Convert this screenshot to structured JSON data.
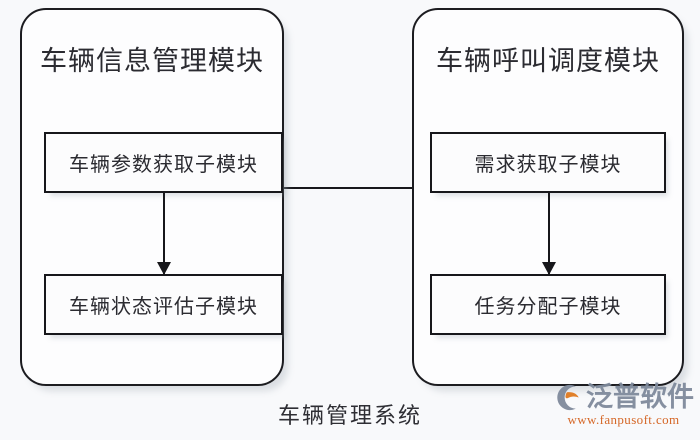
{
  "diagram": {
    "caption": "车辆管理系统",
    "panels": [
      {
        "id": "vehicle-info-management",
        "title": "车辆信息管理模块",
        "submodules": [
          {
            "label": "车辆参数获取子模块"
          },
          {
            "label": "车辆状态评估子模块"
          }
        ]
      },
      {
        "id": "vehicle-call-dispatch",
        "title": "车辆呼叫调度模块",
        "submodules": [
          {
            "label": "需求获取子模块"
          },
          {
            "label": "任务分配子模块"
          }
        ]
      }
    ],
    "connectors": [
      {
        "type": "arrow-down",
        "from": "车辆参数获取子模块",
        "to": "车辆状态评估子模块"
      },
      {
        "type": "arrow-down",
        "from": "需求获取子模块",
        "to": "任务分配子模块"
      },
      {
        "type": "line",
        "from": "车辆信息管理模块",
        "to": "车辆呼叫调度模块"
      }
    ]
  },
  "watermark": {
    "brand": "泛普软件",
    "url": "www.fanpusoft.com",
    "mark_colors": {
      "ring": "#7f8a9c",
      "swoosh": "#e07a20"
    }
  },
  "colors": {
    "background": "#f8f9fb",
    "box_border": "#17171b",
    "panel_border": "#1c1c20",
    "text": "#2b2b31",
    "brand_gray": "#7f8a9c",
    "brand_orange": "#d4601c"
  }
}
